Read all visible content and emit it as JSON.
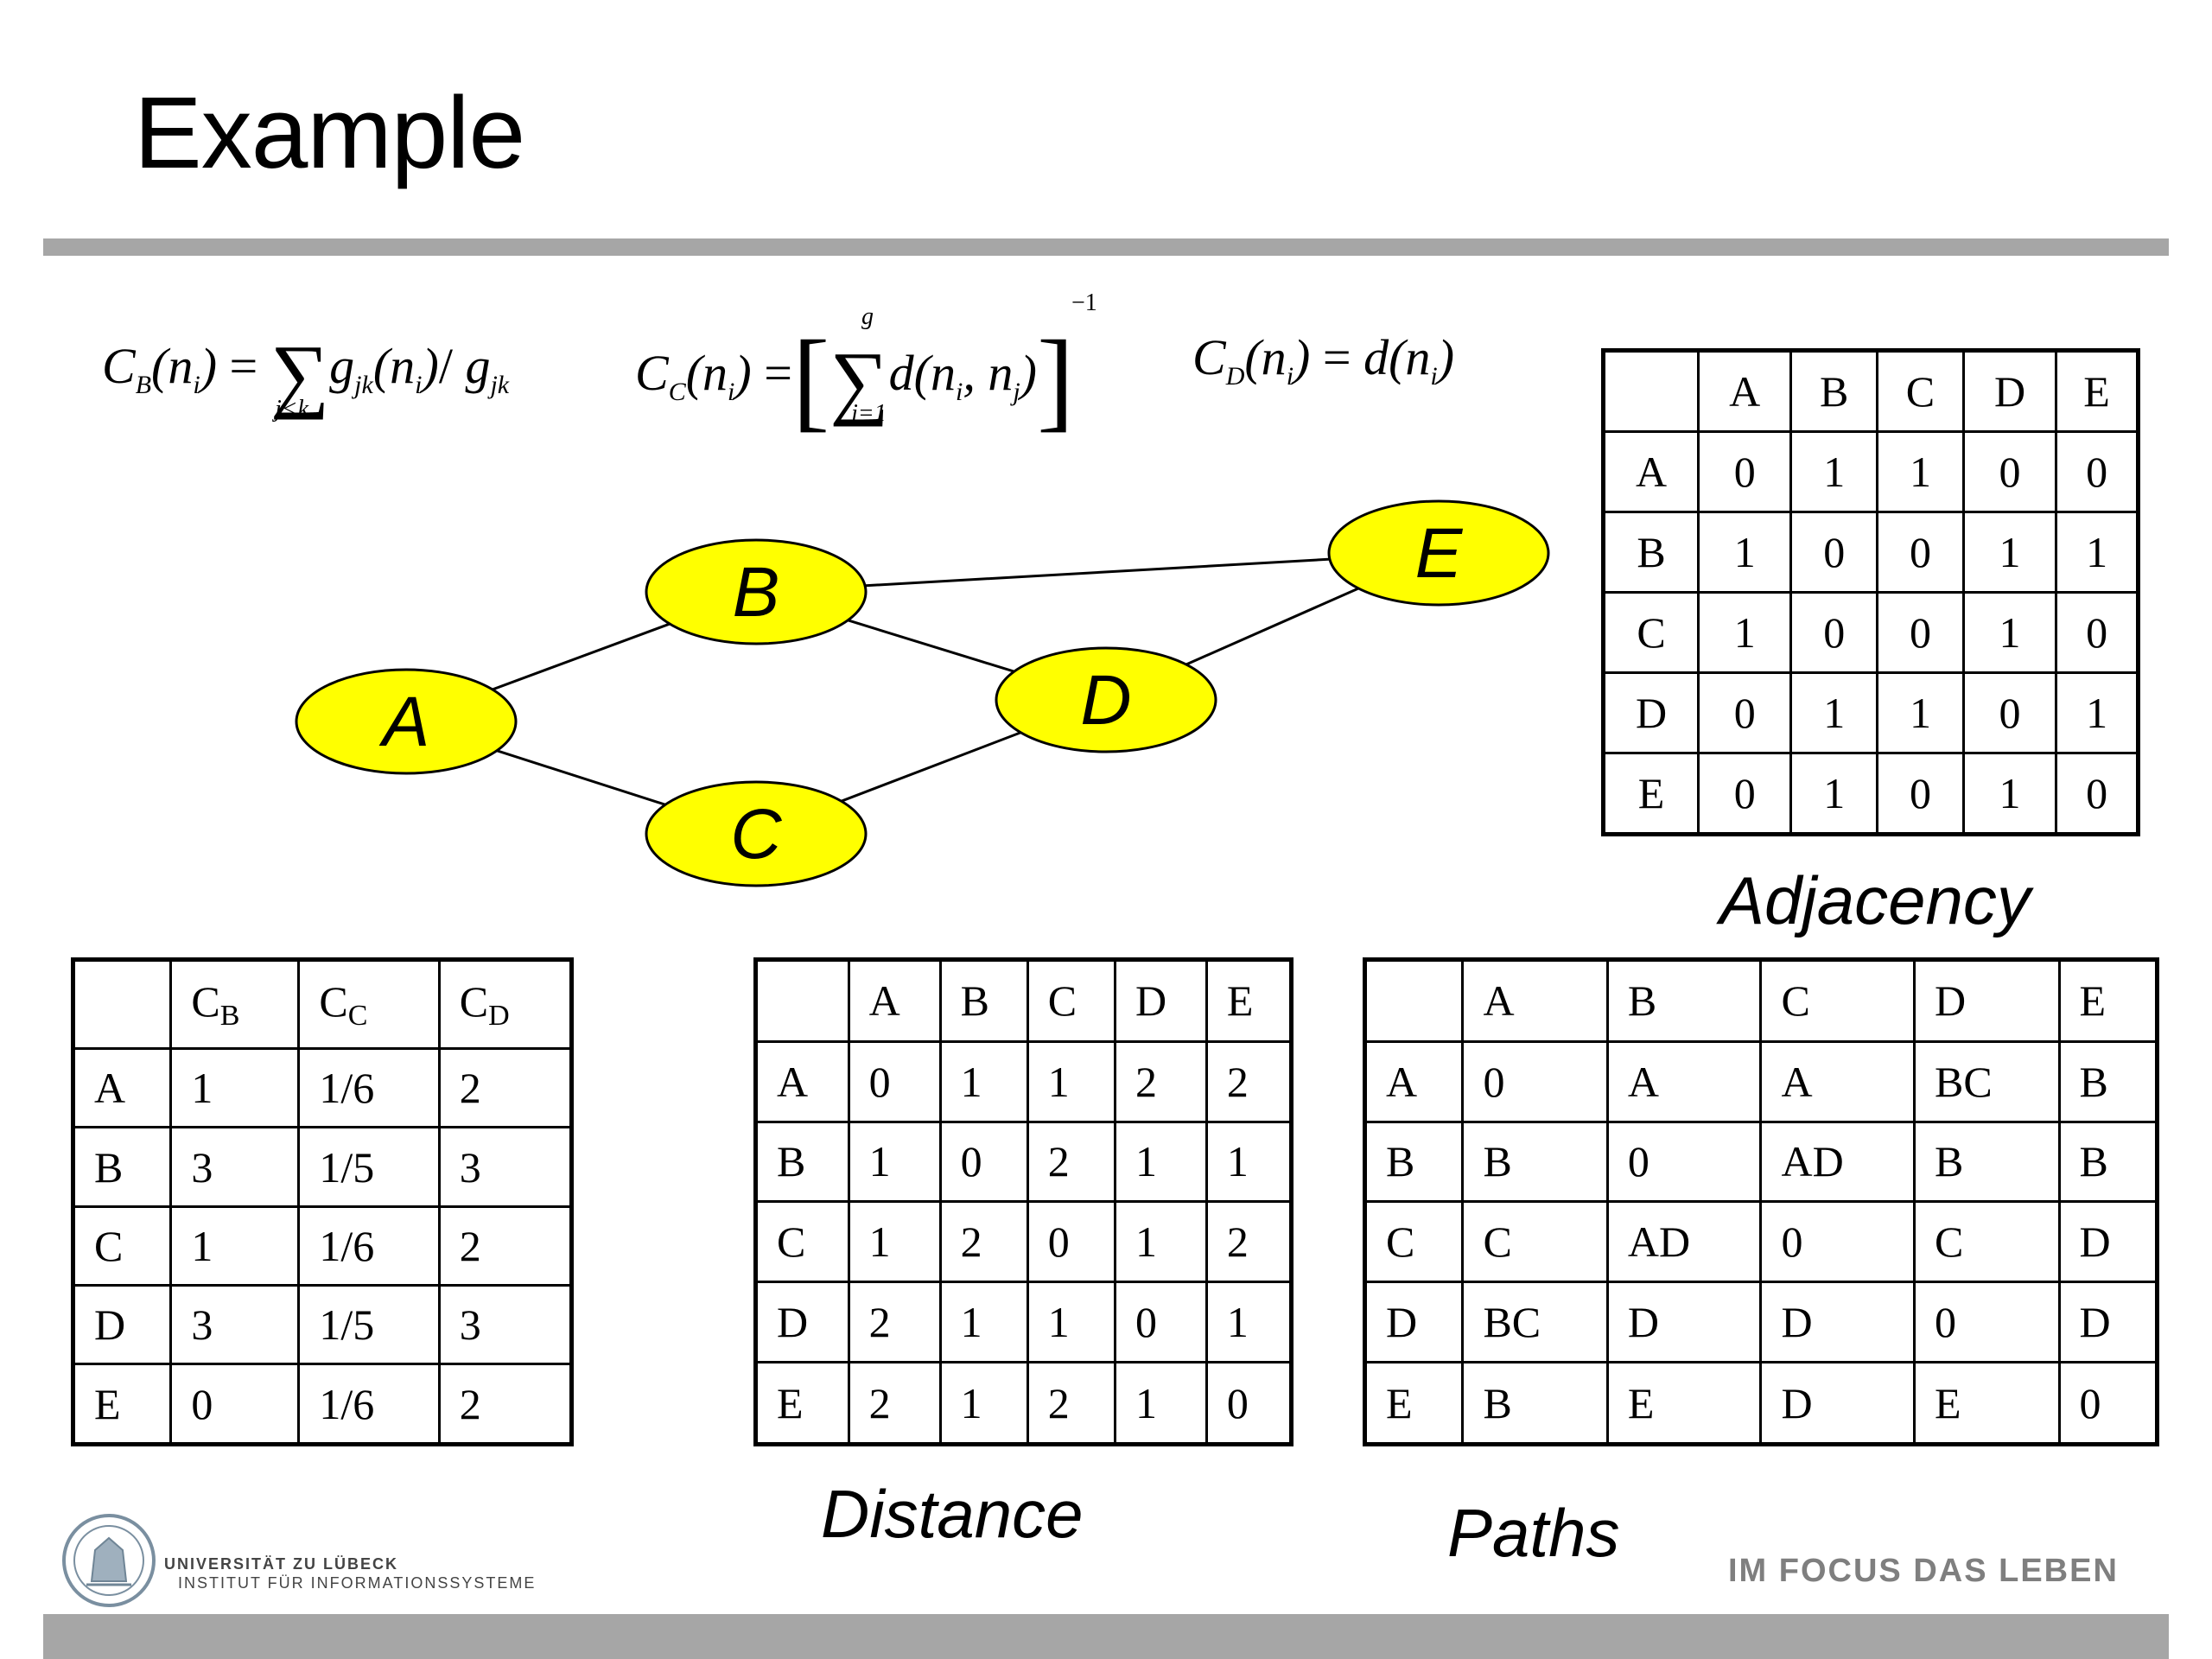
{
  "slide": {
    "title": "Example",
    "captions": {
      "adjacency": "Adjacency",
      "distance": "Distance",
      "paths": "Paths"
    },
    "footer": {
      "university": "UNIVERSITÄT ZU LÜBECK",
      "institute": "INSTITUT FÜR INFORMATIONSSYSTEME",
      "motto": "IM FOCUS DAS LEBEN"
    }
  },
  "formulas": {
    "betweenness": "C_B(n_i) = Σ_{j<k} g_jk(n_i) / g_jk",
    "closeness": "C_C(n_i) = [ Σ_{j=1}^{g} d(n_i, n_j) ]^{-1}",
    "degree": "C_D(n_i) = d(n_i)"
  },
  "graph": {
    "nodes": [
      "A",
      "B",
      "C",
      "D",
      "E"
    ],
    "edges": [
      [
        "A",
        "B"
      ],
      [
        "A",
        "C"
      ],
      [
        "B",
        "D"
      ],
      [
        "B",
        "E"
      ],
      [
        "C",
        "D"
      ],
      [
        "D",
        "E"
      ]
    ],
    "node_color": "#ffff00"
  },
  "adjacency": {
    "headers": [
      "",
      "A",
      "B",
      "C",
      "D",
      "E"
    ],
    "rows": [
      [
        "A",
        "0",
        "1",
        "1",
        "0",
        "0"
      ],
      [
        "B",
        "1",
        "0",
        "0",
        "1",
        "1"
      ],
      [
        "C",
        "1",
        "0",
        "0",
        "1",
        "0"
      ],
      [
        "D",
        "0",
        "1",
        "1",
        "0",
        "1"
      ],
      [
        "E",
        "0",
        "1",
        "0",
        "1",
        "0"
      ]
    ]
  },
  "centrality": {
    "headers": [
      {
        "main": "",
        "sub": ""
      },
      {
        "main": "C",
        "sub": "B"
      },
      {
        "main": "C",
        "sub": "C"
      },
      {
        "main": "C",
        "sub": "D"
      }
    ],
    "rows": [
      [
        "A",
        "1",
        "1/6",
        "2"
      ],
      [
        "B",
        "3",
        "1/5",
        "3"
      ],
      [
        "C",
        "1",
        "1/6",
        "2"
      ],
      [
        "D",
        "3",
        "1/5",
        "3"
      ],
      [
        "E",
        "0",
        "1/6",
        "2"
      ]
    ]
  },
  "distance": {
    "headers": [
      "",
      "A",
      "B",
      "C",
      "D",
      "E"
    ],
    "rows": [
      [
        "A",
        "0",
        "1",
        "1",
        "2",
        "2"
      ],
      [
        "B",
        "1",
        "0",
        "2",
        "1",
        "1"
      ],
      [
        "C",
        "1",
        "2",
        "0",
        "1",
        "2"
      ],
      [
        "D",
        "2",
        "1",
        "1",
        "0",
        "1"
      ],
      [
        "E",
        "2",
        "1",
        "2",
        "1",
        "0"
      ]
    ]
  },
  "paths": {
    "headers": [
      "",
      "A",
      "B",
      "C",
      "D",
      "E"
    ],
    "rows": [
      [
        "A",
        "0",
        "A",
        "A",
        "BC",
        "B"
      ],
      [
        "B",
        "B",
        "0",
        "AD",
        "B",
        "B"
      ],
      [
        "C",
        "C",
        "AD",
        "0",
        "C",
        "D"
      ],
      [
        "D",
        "BC",
        "D",
        "D",
        "0",
        "D"
      ],
      [
        "E",
        "B",
        "E",
        "D",
        "E",
        "0"
      ]
    ]
  }
}
